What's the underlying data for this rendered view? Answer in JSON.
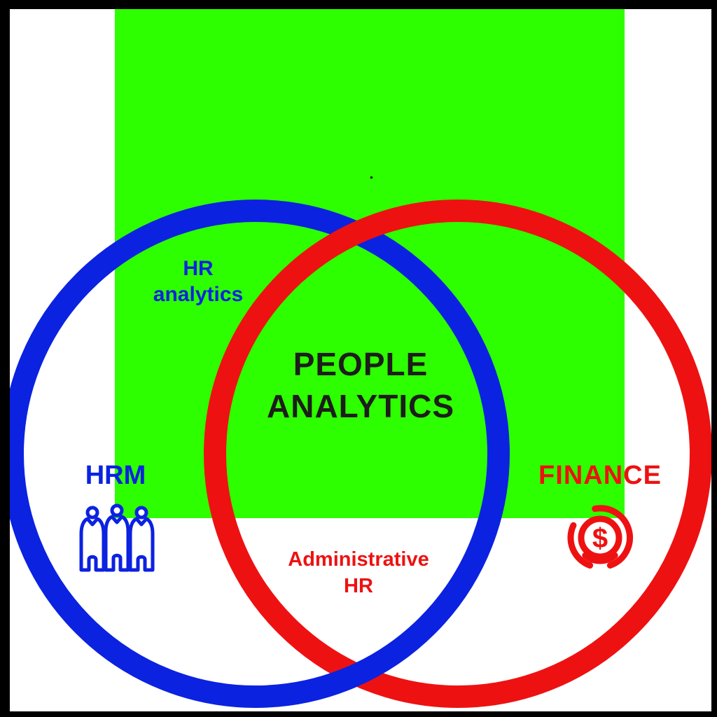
{
  "diagram": {
    "type": "venn-diagram",
    "topic": "People Analytics",
    "labels": {
      "hr_analytics": "HR\nanalytics",
      "people_analytics": "PEOPLE\nANALYTICS",
      "hrm": "HRM",
      "finance": "FINANCE",
      "administrative_hr": "Administrative\nHR",
      "dollar_symbol": "$"
    },
    "sets": [
      {
        "name": "HRM",
        "color": "#0b22e0",
        "icon": "people-icon",
        "side": "left"
      },
      {
        "name": "FINANCE",
        "color": "#ee1111",
        "icon": "coin-dollar-icon",
        "side": "right"
      }
    ],
    "regions": {
      "intersection": "PEOPLE ANALYTICS",
      "left_top": "HR analytics",
      "bottom_overlap": "Administrative HR"
    },
    "colors": {
      "background_rect": "#2eff00",
      "hrm_circle": "#0b22e0",
      "finance_circle": "#ee1111",
      "center_text": "#1d1d1b",
      "frame": "#000000",
      "canvas": "#ffffff",
      "artifact_dot": "#111111"
    }
  }
}
